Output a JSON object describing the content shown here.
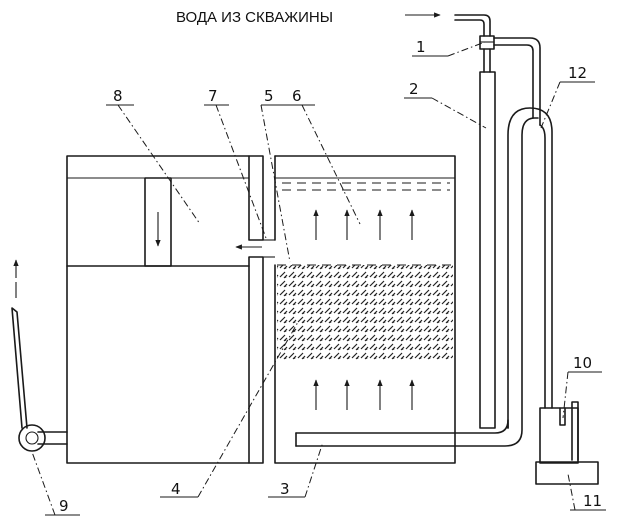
{
  "title": "ВОДА ИЗ СКВАЖИНЫ",
  "callouts": [
    "1",
    "2",
    "3",
    "4",
    "5",
    "6",
    "7",
    "8",
    "9",
    "10",
    "11",
    "12"
  ]
}
